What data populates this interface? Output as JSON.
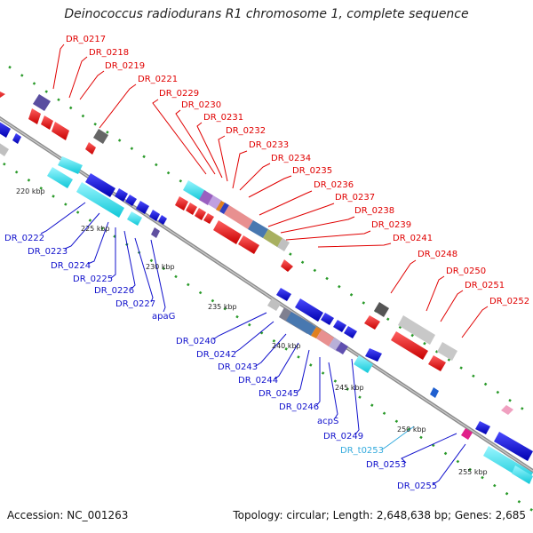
{
  "title": "Deinococcus radiodurans R1 chromosome 1, complete sequence",
  "accession": "Accession: NC_001263",
  "stats": "Topology: circular; Length: 2,648,638 bp; Genes: 2,685",
  "colors": {
    "forward_label": "#e00000",
    "reverse_label": "#1010cc",
    "rna_label": "#33aadd",
    "backbone": "#8a8a8a"
  },
  "ticks": [
    "220 kbp",
    "225 kbp",
    "230 kbp",
    "235 kbp",
    "240 kbp",
    "245 kbp",
    "250 kbp",
    "255 kbp"
  ],
  "forward_genes": [
    "DR_0217",
    "DR_0218",
    "DR_0219",
    "DR_0221",
    "DR_0229",
    "DR_0230",
    "DR_0231",
    "DR_0232",
    "DR_0233",
    "DR_0234",
    "DR_0235",
    "DR_0236",
    "DR_0237",
    "DR_0238",
    "DR_0239",
    "DR_0241",
    "DR_0248",
    "DR_0250",
    "DR_0251",
    "DR_0252"
  ],
  "reverse_genes": [
    "DR_0222",
    "DR_0223",
    "DR_0224",
    "DR_0225",
    "DR_0226",
    "DR_0227",
    "apaG",
    "DR_0240",
    "DR_0242",
    "DR_0243",
    "DR_0244",
    "DR_0245",
    "DR_0246",
    "acpS",
    "DR_0249",
    "DR_t0253",
    "DR_0253",
    "DR_0255"
  ]
}
